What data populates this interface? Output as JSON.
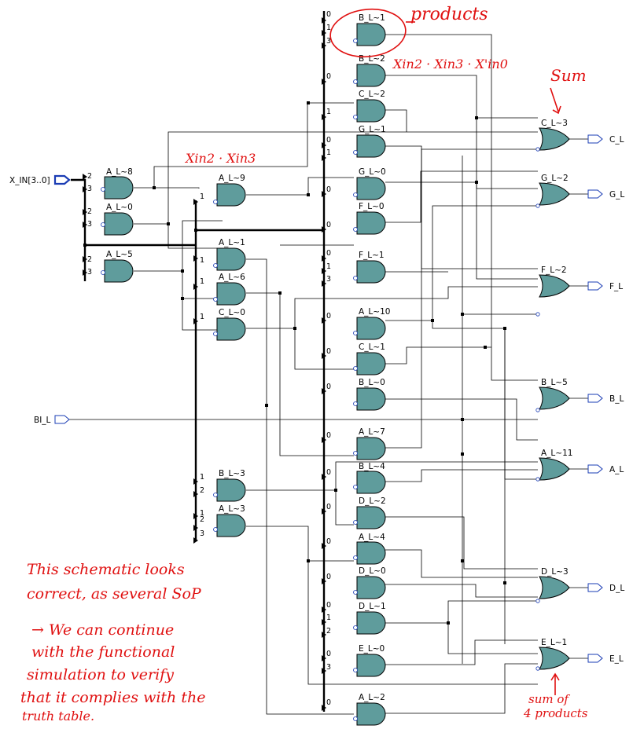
{
  "inputs": {
    "x_in": "X_IN[3..0]",
    "bi_l": "BI_L"
  },
  "outputs": [
    "C_L",
    "G_L",
    "F_L",
    "B_L",
    "A_L",
    "D_L",
    "E_L"
  ],
  "and_gates": [
    {
      "name": "A_L~8",
      "pins": [
        "2",
        "3"
      ]
    },
    {
      "name": "A_L~0",
      "pins": [
        "2",
        "3"
      ]
    },
    {
      "name": "A_L~5",
      "pins": [
        "2",
        "3"
      ]
    },
    {
      "name": "A_L~9",
      "pins": [
        "1"
      ]
    },
    {
      "name": "A_L~1",
      "pins": [
        "1"
      ]
    },
    {
      "name": "A_L~6",
      "pins": [
        "1"
      ]
    },
    {
      "name": "C_L~0",
      "pins": [
        "1"
      ]
    },
    {
      "name": "B_L~3",
      "pins": [
        "1",
        "2"
      ]
    },
    {
      "name": "A_L~3",
      "pins": [
        "1",
        "2",
        "3"
      ]
    },
    {
      "name": "B_L~1",
      "pins": [
        "0",
        "1",
        "3"
      ]
    },
    {
      "name": "B_L~2",
      "pins": [
        "0"
      ]
    },
    {
      "name": "C_L~2",
      "pins": [
        "1"
      ]
    },
    {
      "name": "G_L~1",
      "pins": [
        "0",
        "1"
      ]
    },
    {
      "name": "G_L~0",
      "pins": [
        "0"
      ]
    },
    {
      "name": "F_L~0",
      "pins": [
        "0"
      ]
    },
    {
      "name": "F_L~1",
      "pins": [
        "0",
        "1",
        "3"
      ]
    },
    {
      "name": "A_L~10",
      "pins": [
        "0"
      ]
    },
    {
      "name": "C_L~1",
      "pins": [
        "0"
      ]
    },
    {
      "name": "B_L~0",
      "pins": [
        "0"
      ]
    },
    {
      "name": "A_L~7",
      "pins": [
        "0"
      ]
    },
    {
      "name": "B_L~4",
      "pins": [
        "0"
      ]
    },
    {
      "name": "D_L~2",
      "pins": [
        "0"
      ]
    },
    {
      "name": "A_L~4",
      "pins": [
        "0"
      ]
    },
    {
      "name": "D_L~0",
      "pins": [
        "0"
      ]
    },
    {
      "name": "D_L~1",
      "pins": [
        "0",
        "1",
        "2"
      ]
    },
    {
      "name": "E_L~0",
      "pins": [
        "0",
        "3"
      ]
    },
    {
      "name": "A_L~2",
      "pins": [
        "0"
      ]
    }
  ],
  "or_gates": [
    "C_L~3",
    "G_L~2",
    "F_L~2",
    "B_L~5",
    "A_L~11",
    "D_L~3",
    "E_L~1"
  ],
  "annotations": {
    "products": "products",
    "expr_top": "Xin2 · Xin3 · X'in0",
    "expr_mid": "Xin2 · Xin3",
    "sum": "Sum",
    "sum4": [
      "sum of",
      "4 products"
    ],
    "note": [
      "This schematic looks",
      "correct, as several SoP",
      "→ We can continue",
      "with the functional",
      "simulation to verify",
      "that it complies with the",
      "truth table."
    ]
  },
  "colors": {
    "gate_fill": "#5f9c9c",
    "ink": "#e01010",
    "port": "#1a3cb4"
  }
}
